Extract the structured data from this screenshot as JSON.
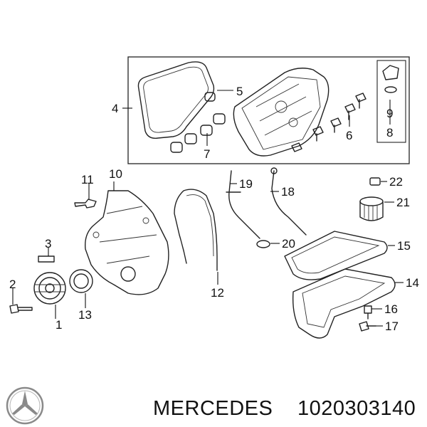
{
  "diagram": {
    "callouts": [
      "1",
      "2",
      "3",
      "4",
      "5",
      "6",
      "7",
      "8",
      "9",
      "10",
      "11",
      "12",
      "13",
      "14",
      "15",
      "16",
      "17",
      "18",
      "19",
      "20",
      "21",
      "22"
    ]
  },
  "footer": {
    "brand": "MERCEDES",
    "part_number": "1020303140",
    "logo_icon": "mercedes-star-icon"
  }
}
